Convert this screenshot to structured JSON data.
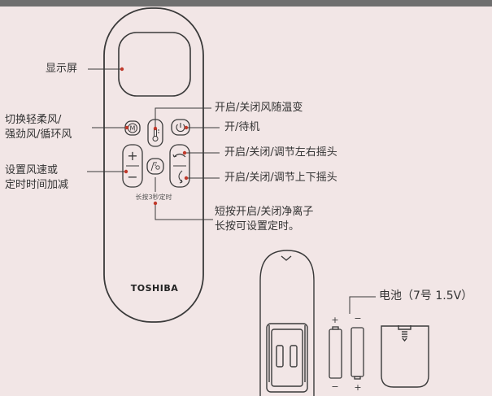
{
  "labels": {
    "display": "显示屏",
    "mode_line1": "切换轻柔风/",
    "mode_line2": "强劲风/循环风",
    "speed_line1": "设置风速或",
    "speed_line2": "定时时间加减",
    "temp_follow": "开启/关闭风随温变",
    "power": "开/待机",
    "swing_lr": "开启/关闭/调节左右摇头",
    "swing_ud": "开启/关闭/调节上下摇头",
    "ion_line1": "短按开启/关闭净离子",
    "ion_line2": "长按可设置定时。",
    "hold_hint": "长按3秒定时",
    "brand": "TOSHIBA",
    "battery": "电池（7号  1.5V）"
  },
  "buttons": {
    "mode_glyph": "M",
    "plus_glyph": "+",
    "minus_glyph": "−"
  },
  "battery_marks": {
    "plus": "+",
    "minus": "−"
  },
  "colors": {
    "background": "#f2e6e6",
    "outline": "#3a3a3a",
    "accent_dot": "#c0392b",
    "topbar": "#6f6f6f"
  }
}
